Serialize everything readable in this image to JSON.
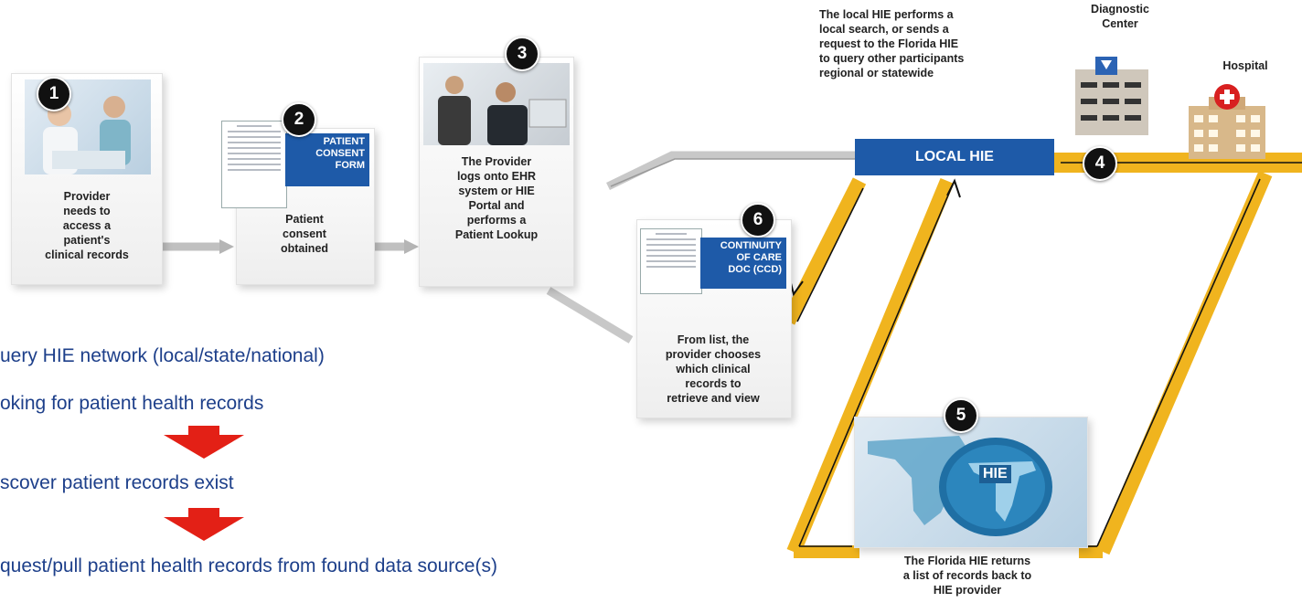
{
  "colors": {
    "accent_blue": "#1e5aa8",
    "gold": "#f0b41e",
    "red_arrow": "#e32016",
    "bullet_text": "#1d3f8a"
  },
  "steps": {
    "step1": {
      "number": "1",
      "caption": [
        "Provider",
        "needs to",
        "access a",
        "patient's",
        "clinical records"
      ]
    },
    "step2": {
      "number": "2",
      "form_label": [
        "PATIENT",
        "CONSENT",
        "FORM"
      ],
      "caption": [
        "Patient",
        "consent",
        "obtained"
      ]
    },
    "step3": {
      "number": "3",
      "caption": [
        "The Provider",
        "logs onto EHR",
        "system or HIE",
        "Portal and",
        "performs a",
        "Patient Lookup"
      ]
    },
    "step4": {
      "number": "4"
    },
    "step5": {
      "number": "5",
      "badge": "HIE",
      "caption": [
        "The Florida HIE returns",
        "a list of records back to",
        "HIE provider"
      ]
    },
    "step6": {
      "number": "6",
      "doc_label": [
        "CONTINUITY",
        "OF CARE",
        "DOC (CCD)"
      ],
      "caption": [
        "From list, the",
        "provider chooses",
        "which clinical",
        "records to",
        "retrieve and view"
      ]
    }
  },
  "local_hie": {
    "label": "LOCAL HIE",
    "description": [
      "The local HIE performs a",
      "local search, or sends a",
      "request to the Florida HIE",
      "to query other participants",
      "regional or statewide"
    ]
  },
  "facilities": {
    "diagnostic_center": [
      "Diagnostic",
      "Center"
    ],
    "hospital": "Hospital"
  },
  "bullets": {
    "line1a": "uery HIE network (local/state/national)",
    "line1b": "oking for patient health records",
    "line2": "scover patient records exist",
    "line3": "quest/pull patient health records from found data source(s)"
  }
}
